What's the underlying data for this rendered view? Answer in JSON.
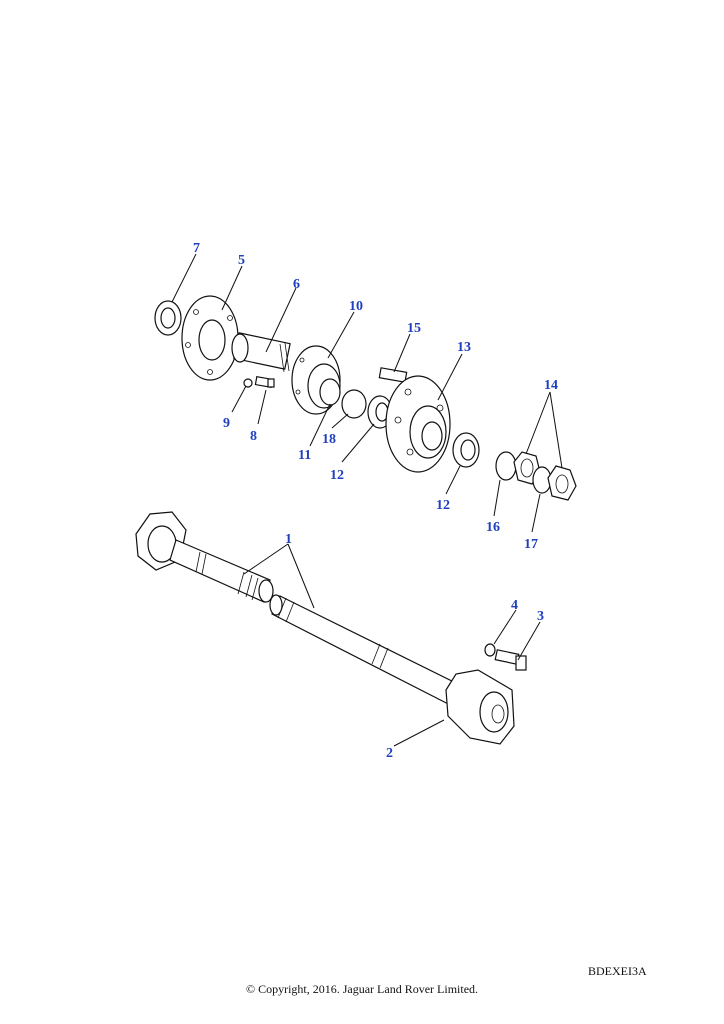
{
  "callouts": {
    "c1": "1",
    "c2": "2",
    "c3": "3",
    "c4": "4",
    "c5": "5",
    "c6": "6",
    "c7": "7",
    "c8": "8",
    "c9": "9",
    "c10": "10",
    "c11": "11",
    "c12a": "12",
    "c12b": "12",
    "c13": "13",
    "c14": "14",
    "c15": "15",
    "c16": "16",
    "c17": "17",
    "c18": "18"
  },
  "footer": {
    "reference_code": "BDEXEI3A",
    "copyright": "© Copyright, 2016. Jaguar Land Rover Limited."
  },
  "colors": {
    "callout": "#1f3fbf",
    "line": "#111111"
  }
}
